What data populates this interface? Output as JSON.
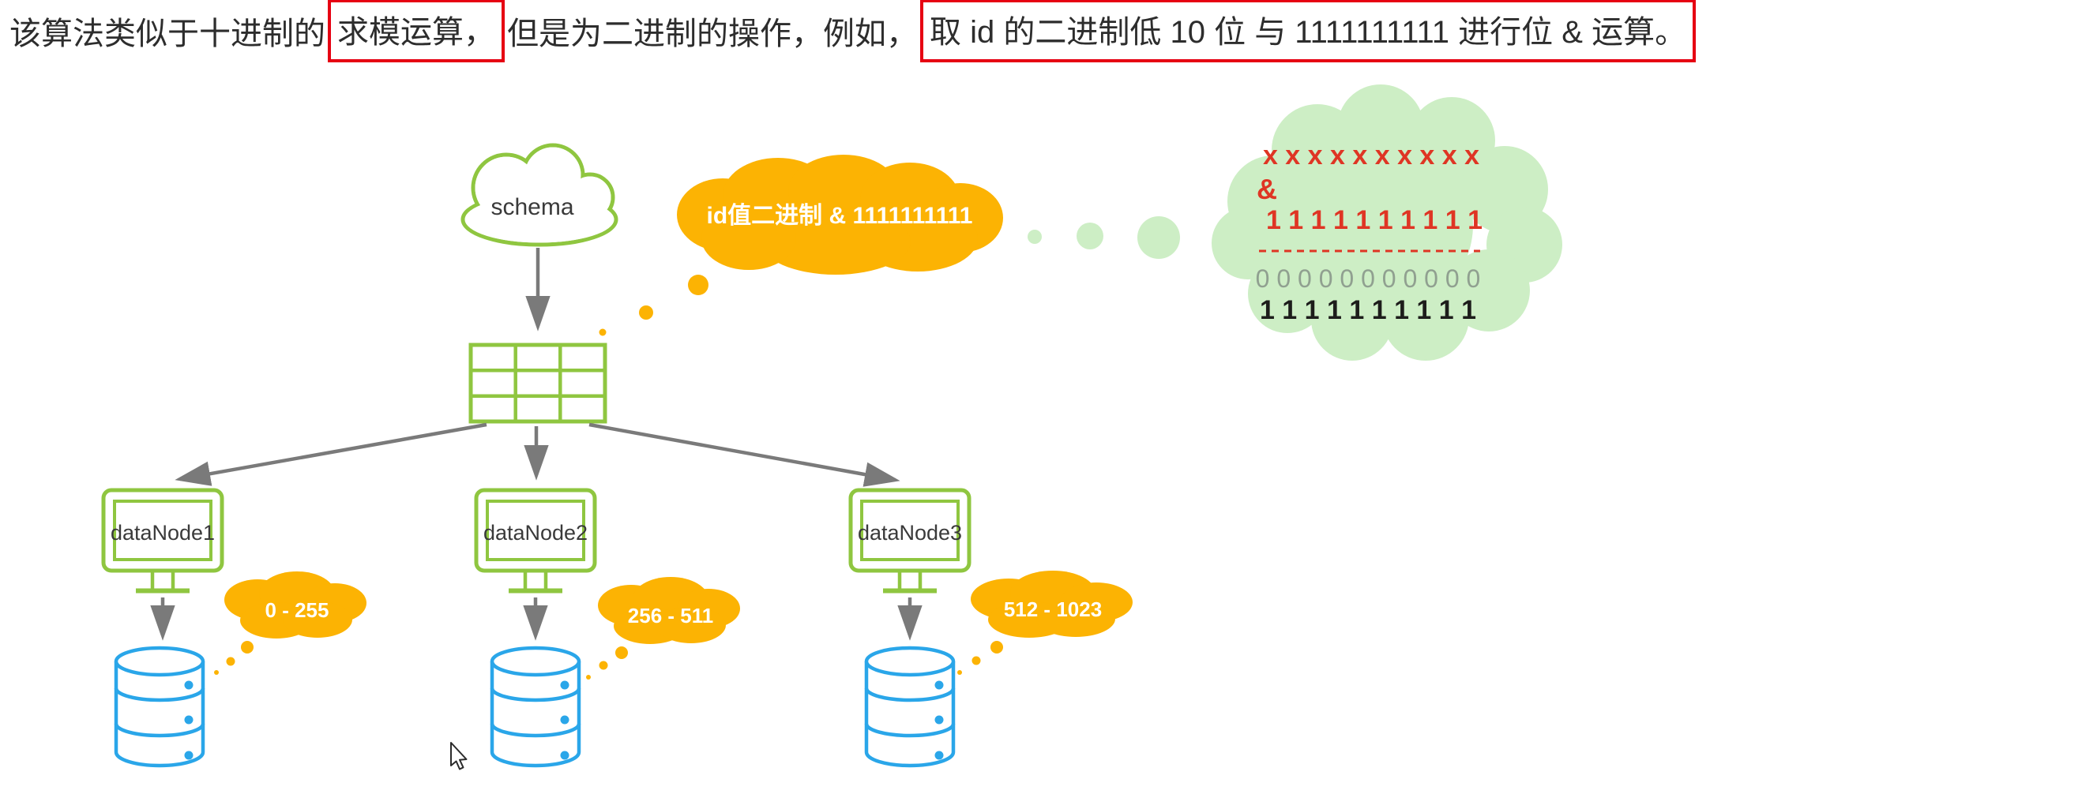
{
  "title": {
    "part1": "该算法类似于十进制的",
    "highlight1": "求模运算，",
    "part2": "但是为二进制的操作，例如，",
    "highlight2": "取 id 的二进制低 10 位 与 1111111111 进行位 & 运算。"
  },
  "diagram": {
    "schema_label": "schema",
    "operation_bubble": "id值二进制 & 1111111111",
    "calc_cloud": {
      "line_x": "x x x x x x x x x x",
      "line_amp": "&",
      "line_mask": "1 1 1 1 1 1 1 1 1 1",
      "line_zeros": "0 0 0 0 0 0 0 0 0 0 0",
      "line_result": "1 1 1 1 1 1 1 1 1 1"
    },
    "nodes": [
      {
        "label": "dataNode1",
        "range": "0 - 255"
      },
      {
        "label": "dataNode2",
        "range": "256 - 511"
      },
      {
        "label": "dataNode3",
        "range": "512 - 1023"
      }
    ]
  },
  "colors": {
    "green": "#8fc640",
    "light_green": "#cdeec5",
    "orange": "#fcb303",
    "blue": "#2aa6e9",
    "red_box": "#e60012",
    "red_text": "#df3524",
    "gray_text": "#90a090",
    "arrow_gray": "#7a7a7a",
    "text_dark": "#3a3a3a",
    "text_darkest": "#1d1d1b"
  }
}
